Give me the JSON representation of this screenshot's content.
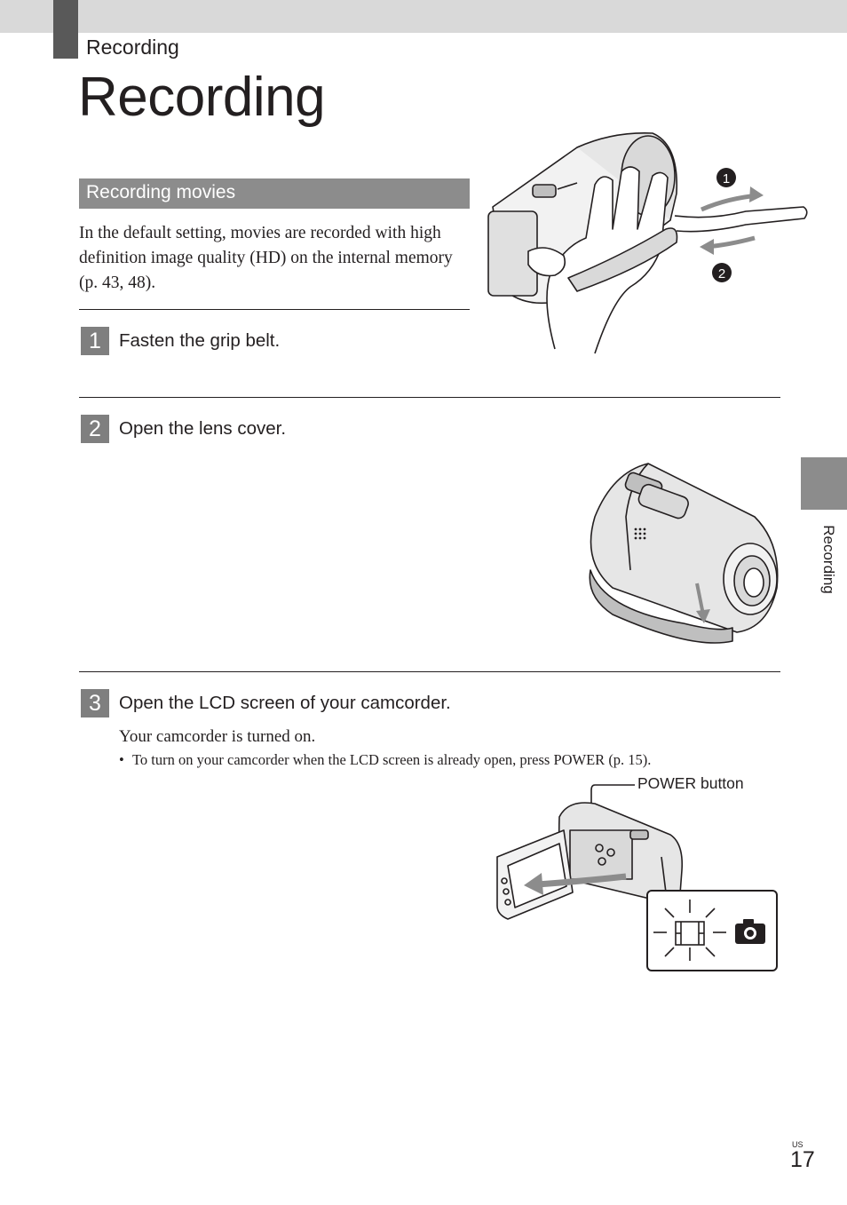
{
  "header": {
    "breadcrumb": "Recording",
    "title": "Recording"
  },
  "section": {
    "title": "Recording movies",
    "intro": "In the default setting, movies are recorded with high definition image quality (HD) on the internal memory (p. 43, 48)."
  },
  "steps": [
    {
      "number": "1",
      "text": "Fasten the grip belt."
    },
    {
      "number": "2",
      "text": "Open the lens cover."
    },
    {
      "number": "3",
      "text": "Open the LCD screen of your camcorder."
    }
  ],
  "step3": {
    "sub": "Your camcorder is turned on.",
    "bullet_mark": "•",
    "bullet": "To turn on your camcorder when the LCD screen is already open, press POWER (p. 15).",
    "callout": "POWER button"
  },
  "figure1": {
    "marker1": "1",
    "marker2": "2"
  },
  "side_tab": {
    "label": "Recording"
  },
  "footer": {
    "region": "US",
    "page_number": "17"
  },
  "colors": {
    "dark_tab": "#595959",
    "section_bar": "#8c8c8c",
    "top_bar": "#d9d9d9"
  }
}
